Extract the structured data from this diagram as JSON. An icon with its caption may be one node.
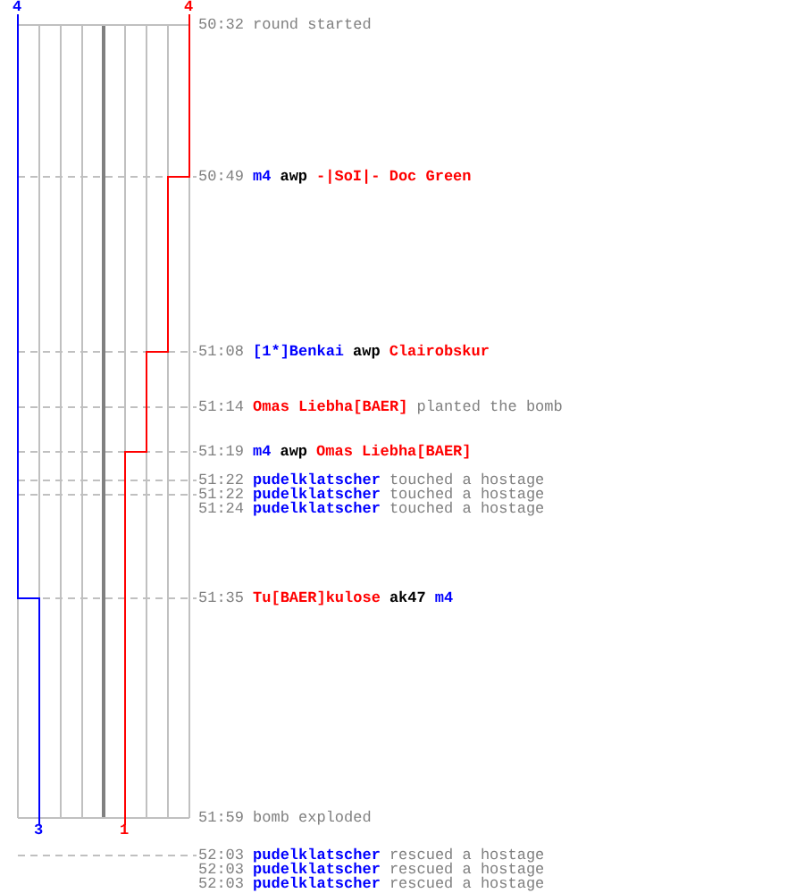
{
  "diagram": {
    "labels": [
      "4",
      "4",
      "50:32",
      "round started",
      "50:49",
      "m4",
      "awp",
      "-|SoI|- Doc Green",
      "51:08",
      "[1*]Benkai",
      "awp",
      "Clairobskur",
      "51:14",
      "Omas Liebha[BAER]",
      "planted the bomb",
      "51:19",
      "m4",
      "awp",
      "Omas Liebha[BAER]",
      "51:22",
      "pudelklatscher",
      "touched a hostage",
      "51:22",
      "pudelklatscher",
      "touched a hostage",
      "51:24",
      "pudelklatscher",
      "touched a hostage",
      "51:35",
      "Tu[BAER]kulose",
      "ak47",
      "m4",
      "51:59",
      "bomb exploded",
      "3",
      "1",
      "52:03",
      "pudelklatscher",
      "rescued a hostage",
      "52:03",
      "pudelklatscher",
      "rescued a hostage",
      "52:03",
      "pudelklatscher",
      "rescued a hostage"
    ]
  }
}
